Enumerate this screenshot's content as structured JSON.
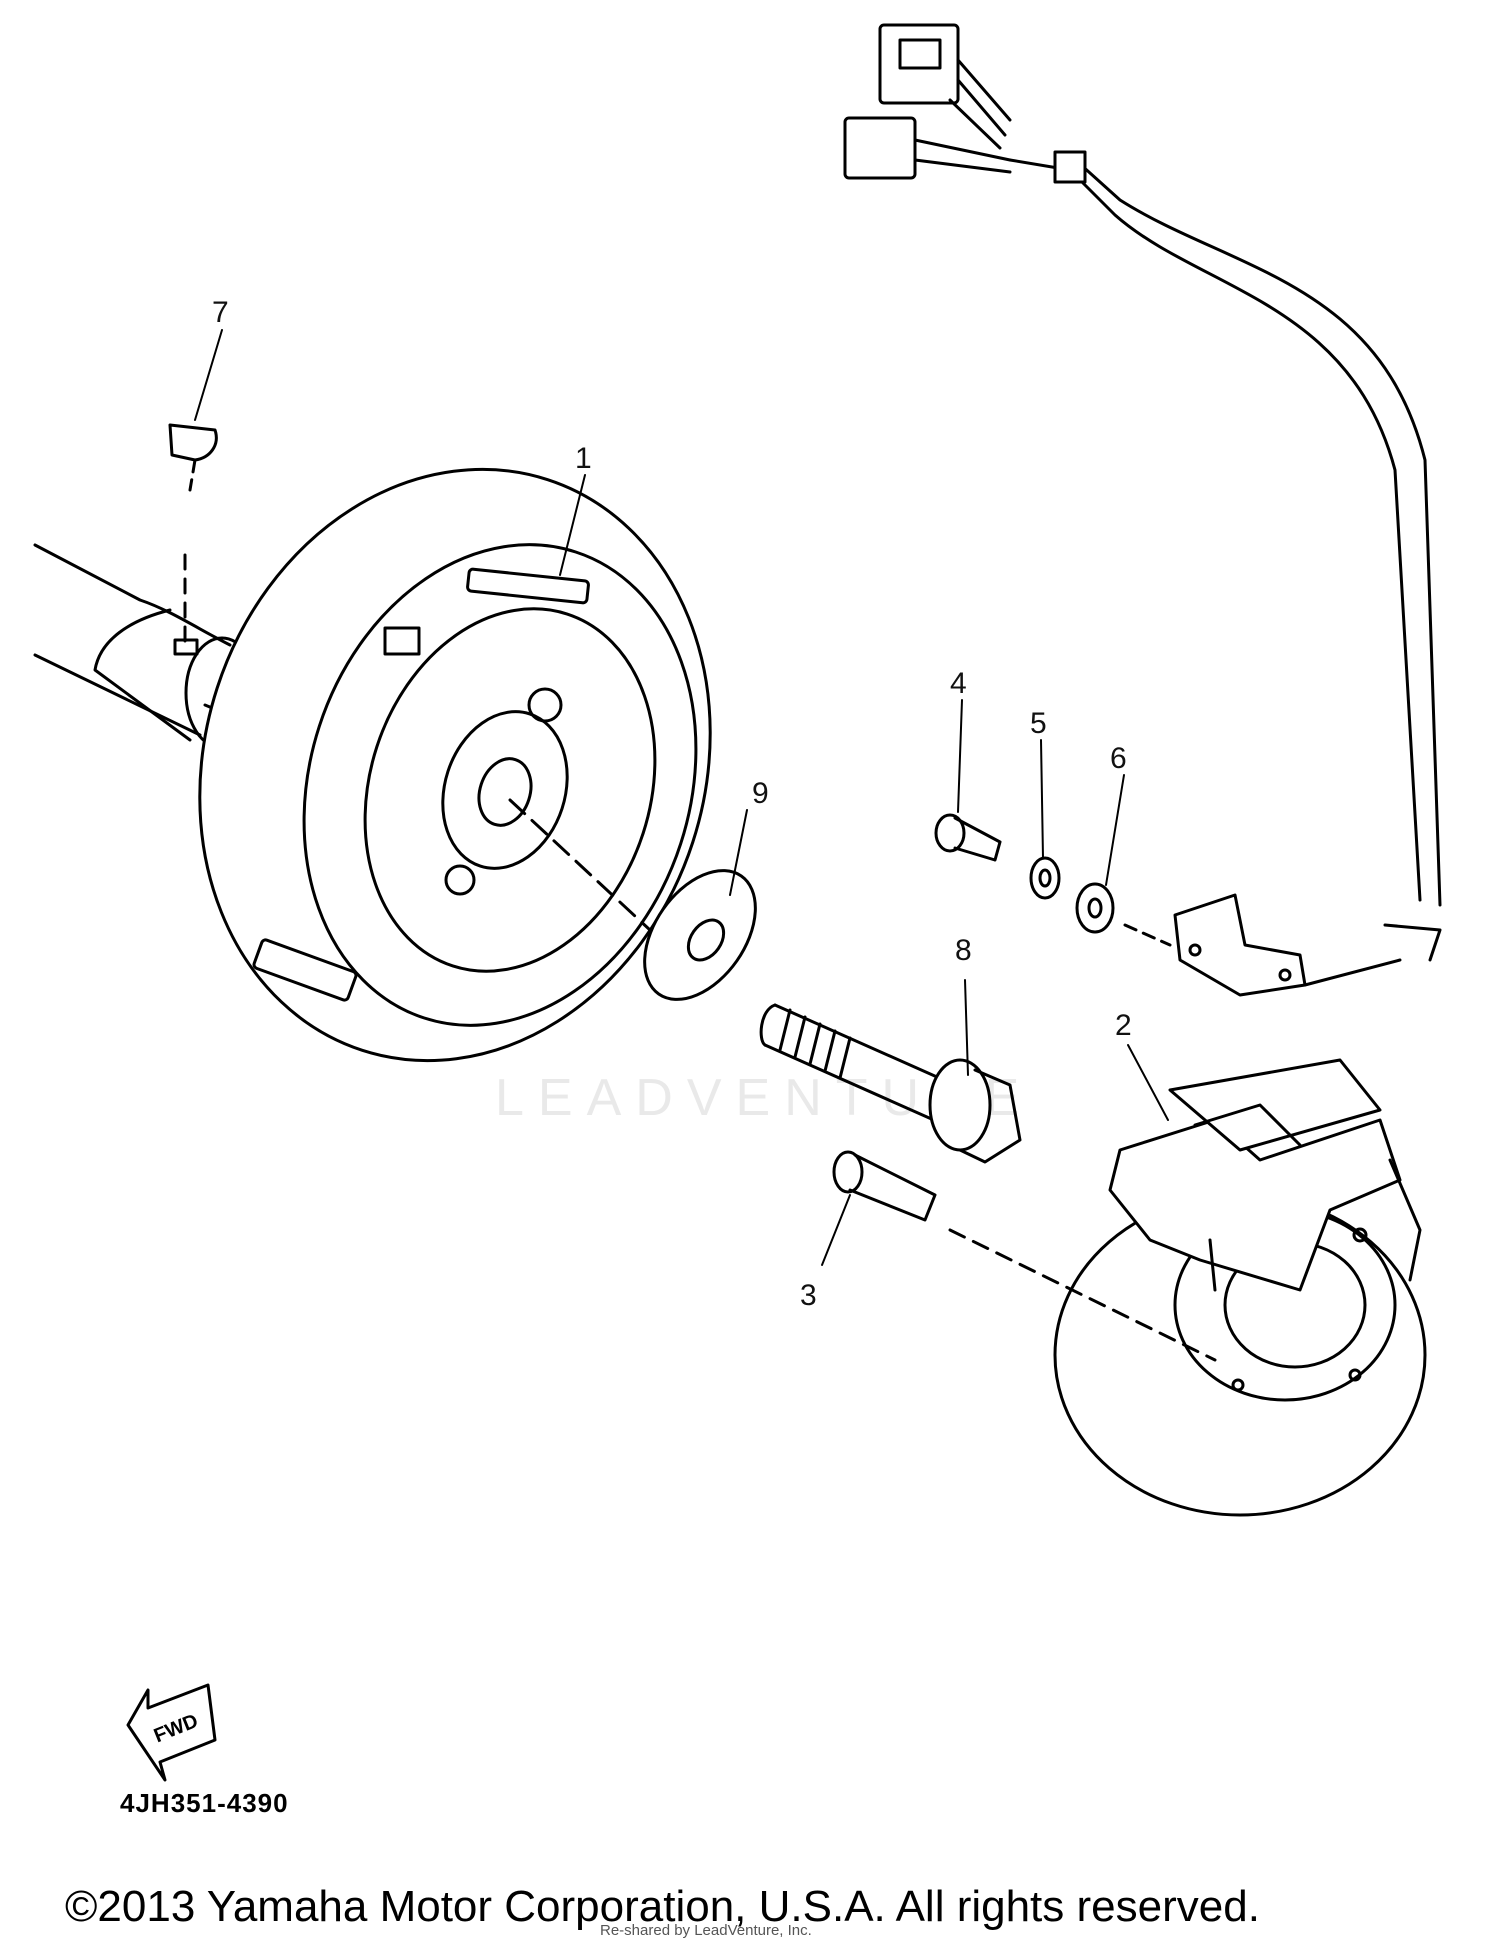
{
  "callouts": [
    {
      "id": "1",
      "label": "1"
    },
    {
      "id": "2",
      "label": "2"
    },
    {
      "id": "3",
      "label": "3"
    },
    {
      "id": "4",
      "label": "4"
    },
    {
      "id": "5",
      "label": "5"
    },
    {
      "id": "6",
      "label": "6"
    },
    {
      "id": "7",
      "label": "7"
    },
    {
      "id": "8",
      "label": "8"
    },
    {
      "id": "9",
      "label": "9"
    }
  ],
  "fwd_label": "FWD",
  "diagram_code": "4JH351-4390",
  "watermark": "LEADVENTURE",
  "copyright": "©2013 Yamaha Motor Corporation, U.S.A. All rights reserved.",
  "rights_note": "Re-shared by LeadVenture, Inc."
}
